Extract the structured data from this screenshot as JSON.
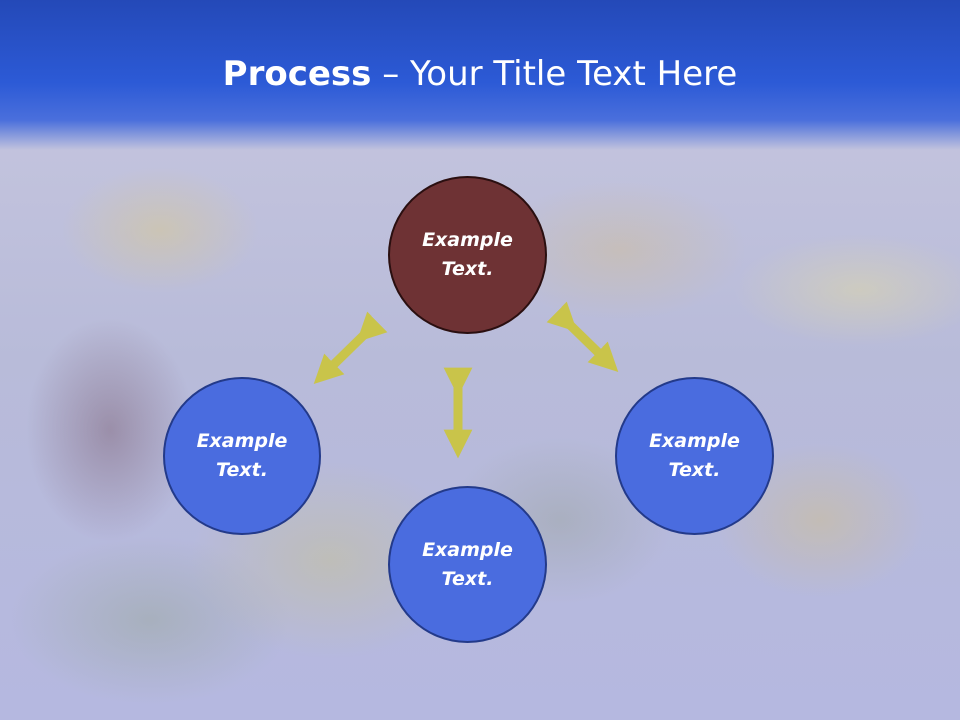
{
  "slide": {
    "title_bold": "Process",
    "title_separator": " – ",
    "title_rest": "Your Title Text Here"
  },
  "nodes": {
    "top": {
      "line1": "Example",
      "line2": "Text."
    },
    "left": {
      "line1": "Example",
      "line2": "Text."
    },
    "right": {
      "line1": "Example",
      "line2": "Text."
    },
    "bottom": {
      "line1": "Example",
      "line2": "Text."
    }
  },
  "colors": {
    "header": "#2c5ad6",
    "node_blue": "#4a6cdf",
    "node_center": "#6e3234",
    "arrow": "#c9c44a"
  }
}
